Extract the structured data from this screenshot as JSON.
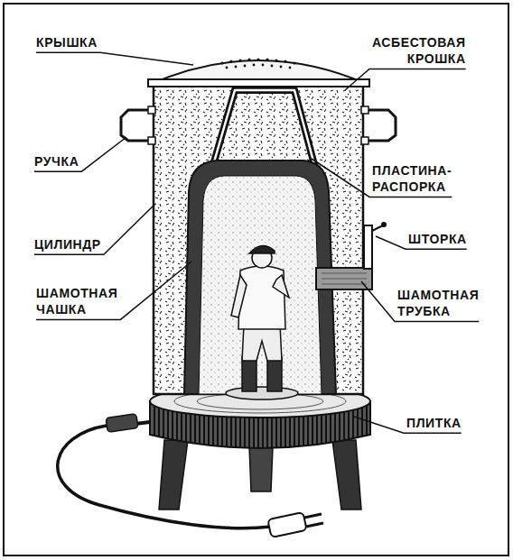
{
  "diagram": {
    "labels": [
      "КРЫШКА",
      "АСБЕСТОВАЯ КРОШКА",
      "РУЧКА",
      "ПЛАСТИНА- РАСПОРКА",
      "ЦИЛИНДР",
      "ШТОРКА",
      "ШАМОТНАЯ ЧАШКА",
      "ШАМОТНАЯ ТРУБКА",
      "ПЛИТКА"
    ]
  }
}
